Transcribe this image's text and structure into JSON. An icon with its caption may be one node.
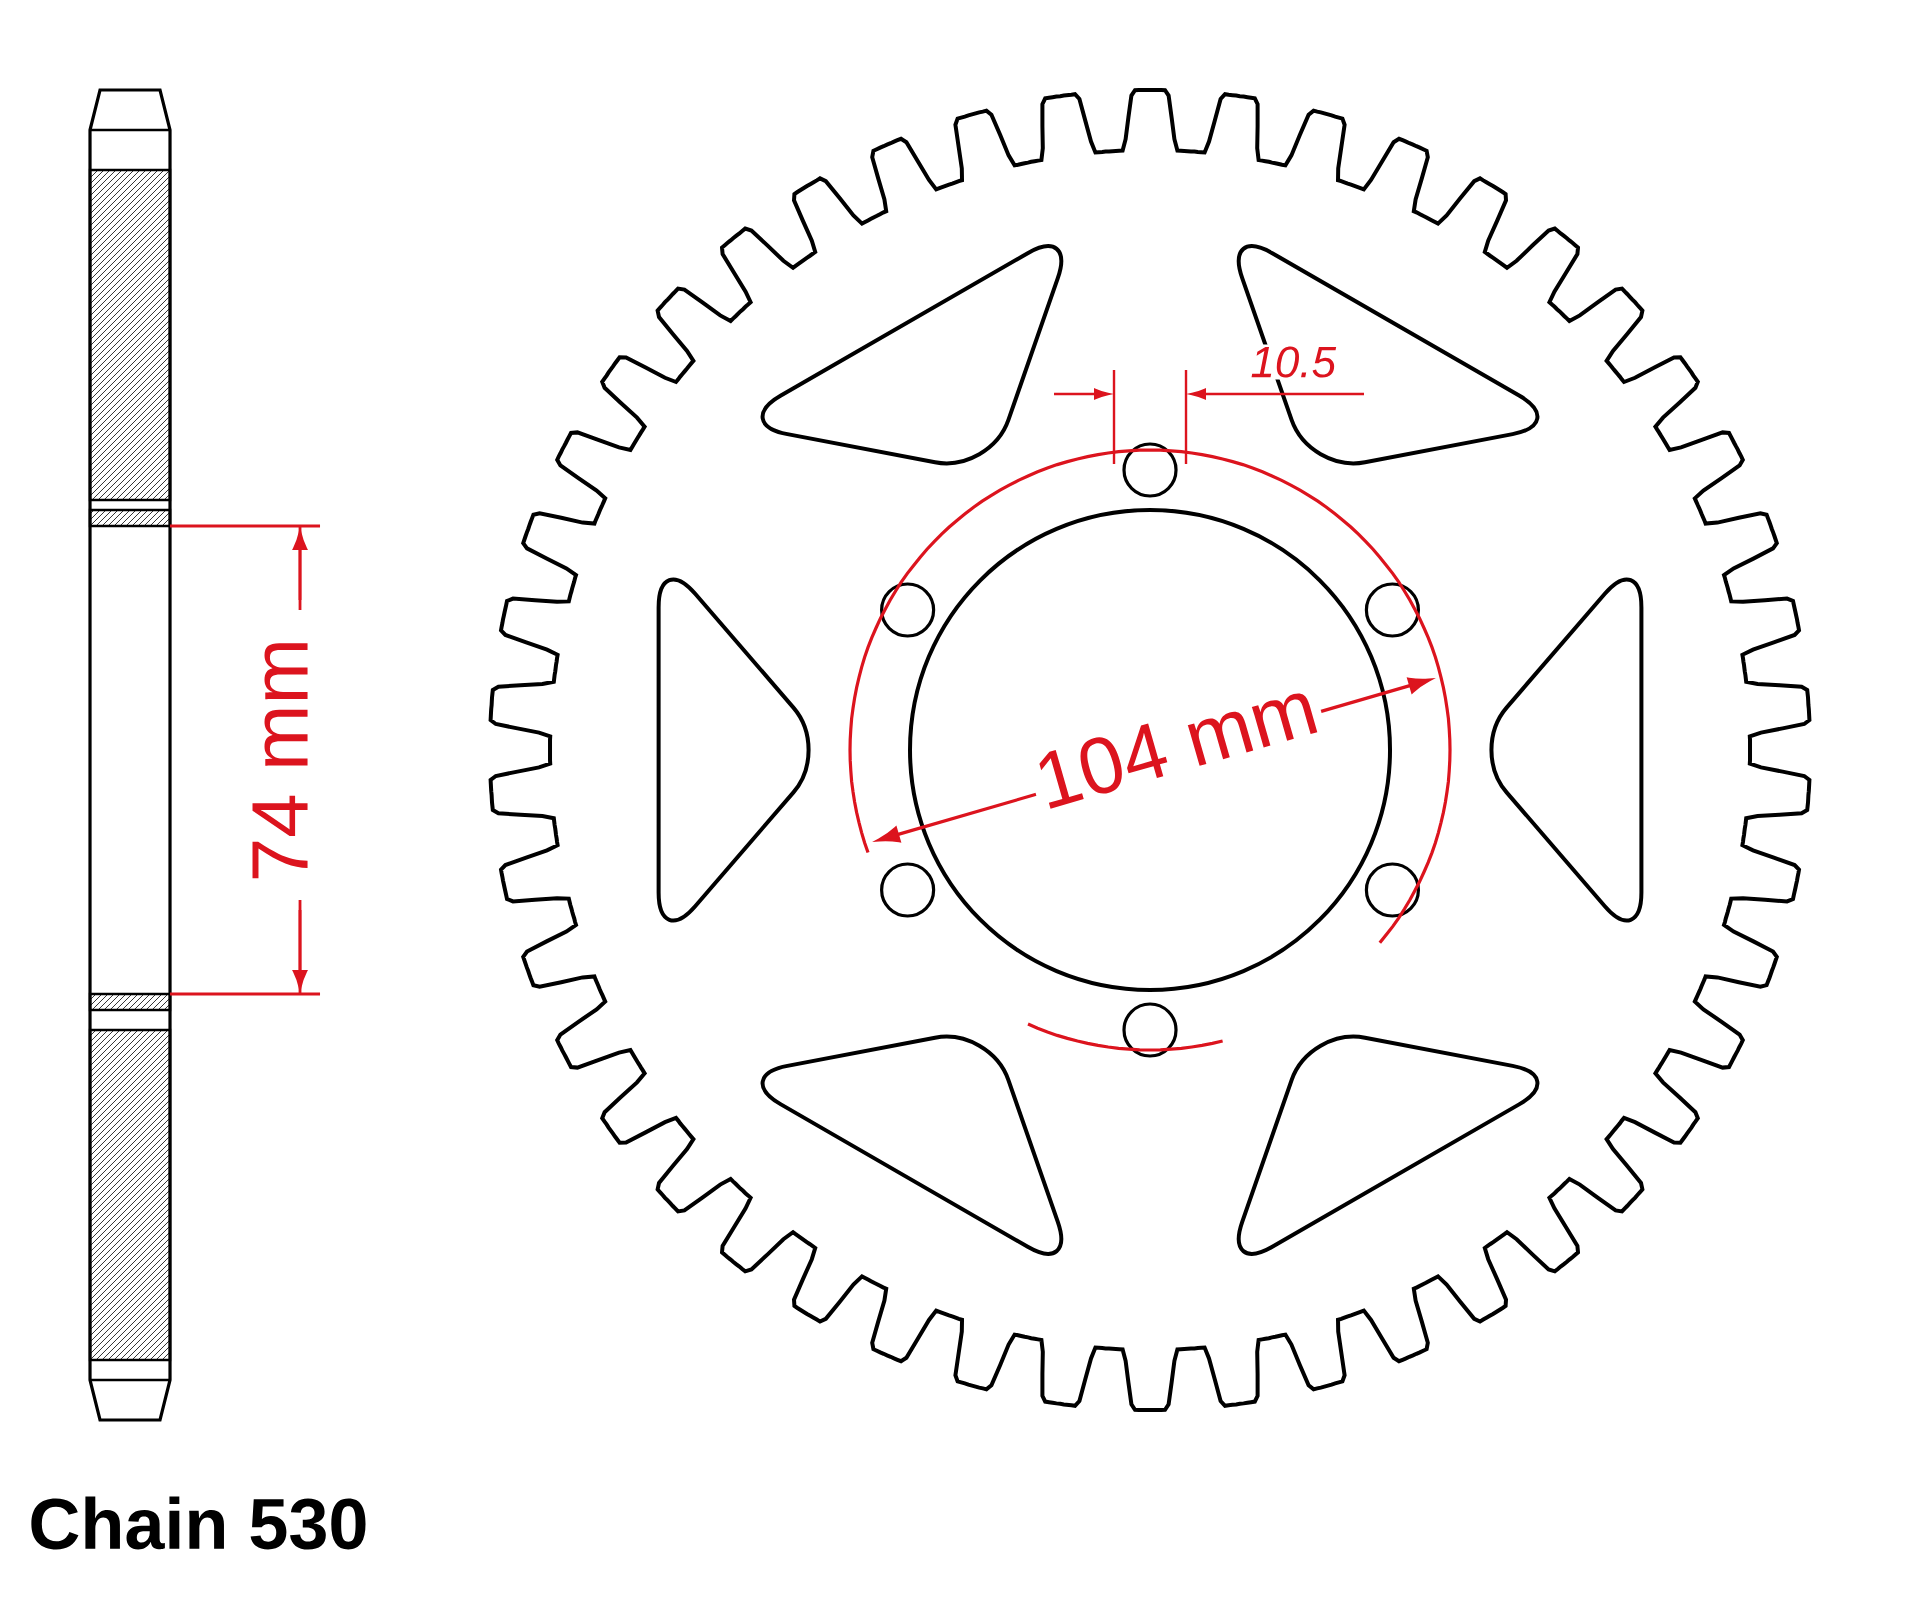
{
  "diagram": {
    "labels": [
      "10.5",
      "74 mm",
      "104 mm",
      "Chain 530"
    ]
  }
}
